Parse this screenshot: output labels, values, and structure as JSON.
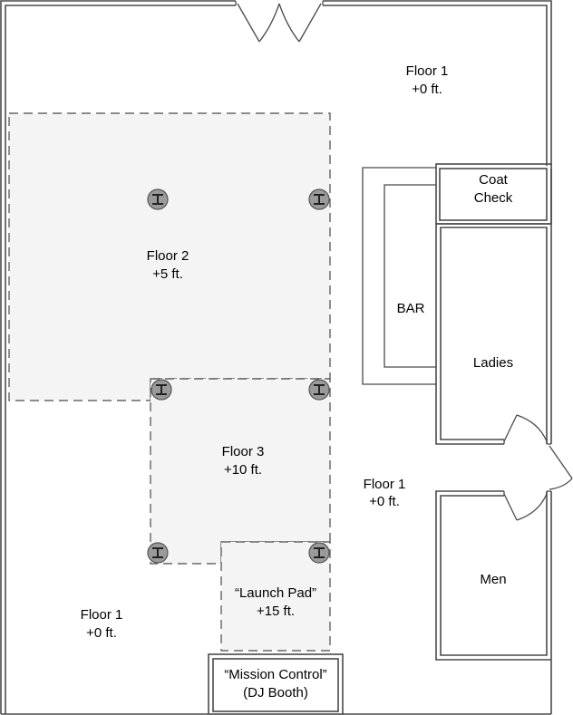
{
  "labels": {
    "floor1_top": [
      "Floor 1",
      "+0 ft."
    ],
    "floor1_mid": [
      "Floor 1",
      "+0 ft."
    ],
    "floor1_bottom": [
      "Floor 1",
      "+0 ft."
    ],
    "floor2": [
      "Floor 2",
      "+5 ft."
    ],
    "floor3": [
      "Floor 3",
      "+10 ft."
    ],
    "launch_pad": [
      "“Launch Pad”",
      "+15 ft."
    ],
    "mission_control": [
      "“Mission Control”",
      "(DJ Booth)"
    ],
    "coat_check": [
      "Coat",
      "Check"
    ],
    "bar": "BAR",
    "ladies": "Ladies",
    "men": "Men"
  },
  "colors": {
    "wall": "#4a4a4a",
    "platform_fill": "#f4f4f4",
    "column_fill": "#9a9a9a"
  }
}
